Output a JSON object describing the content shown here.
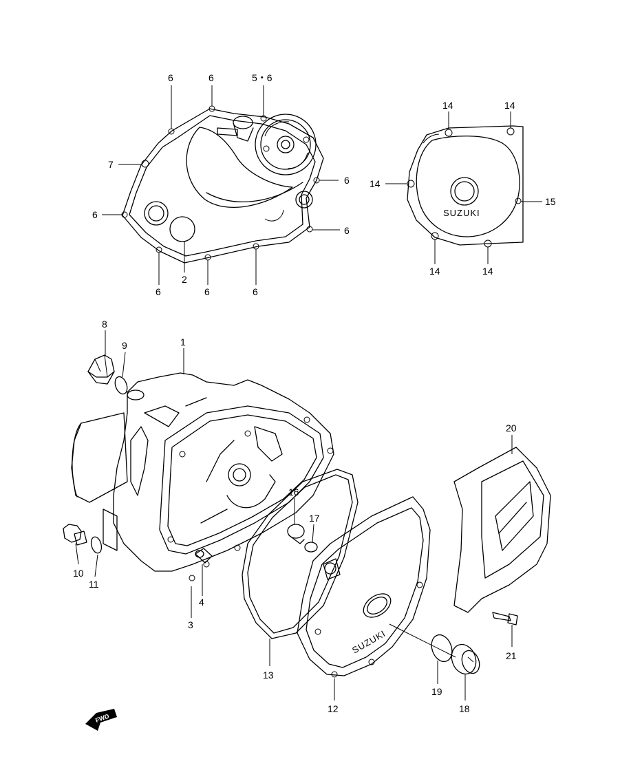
{
  "diagram": {
    "callouts": {
      "c1": "1",
      "c2": "2",
      "c3": "3",
      "c4": "4",
      "c5_6": "5・6",
      "c6": "6",
      "c7": "7",
      "c8": "8",
      "c9": "9",
      "c10": "10",
      "c11": "11",
      "c12": "12",
      "c13": "13",
      "c14": "14",
      "c15": "15",
      "c16": "16",
      "c17": "17",
      "c18": "18",
      "c19": "19",
      "c20": "20",
      "c21": "21"
    },
    "brand_top": "SUZUKI",
    "brand_bottom": "SUZUKI",
    "fwd_label": "FWD"
  }
}
